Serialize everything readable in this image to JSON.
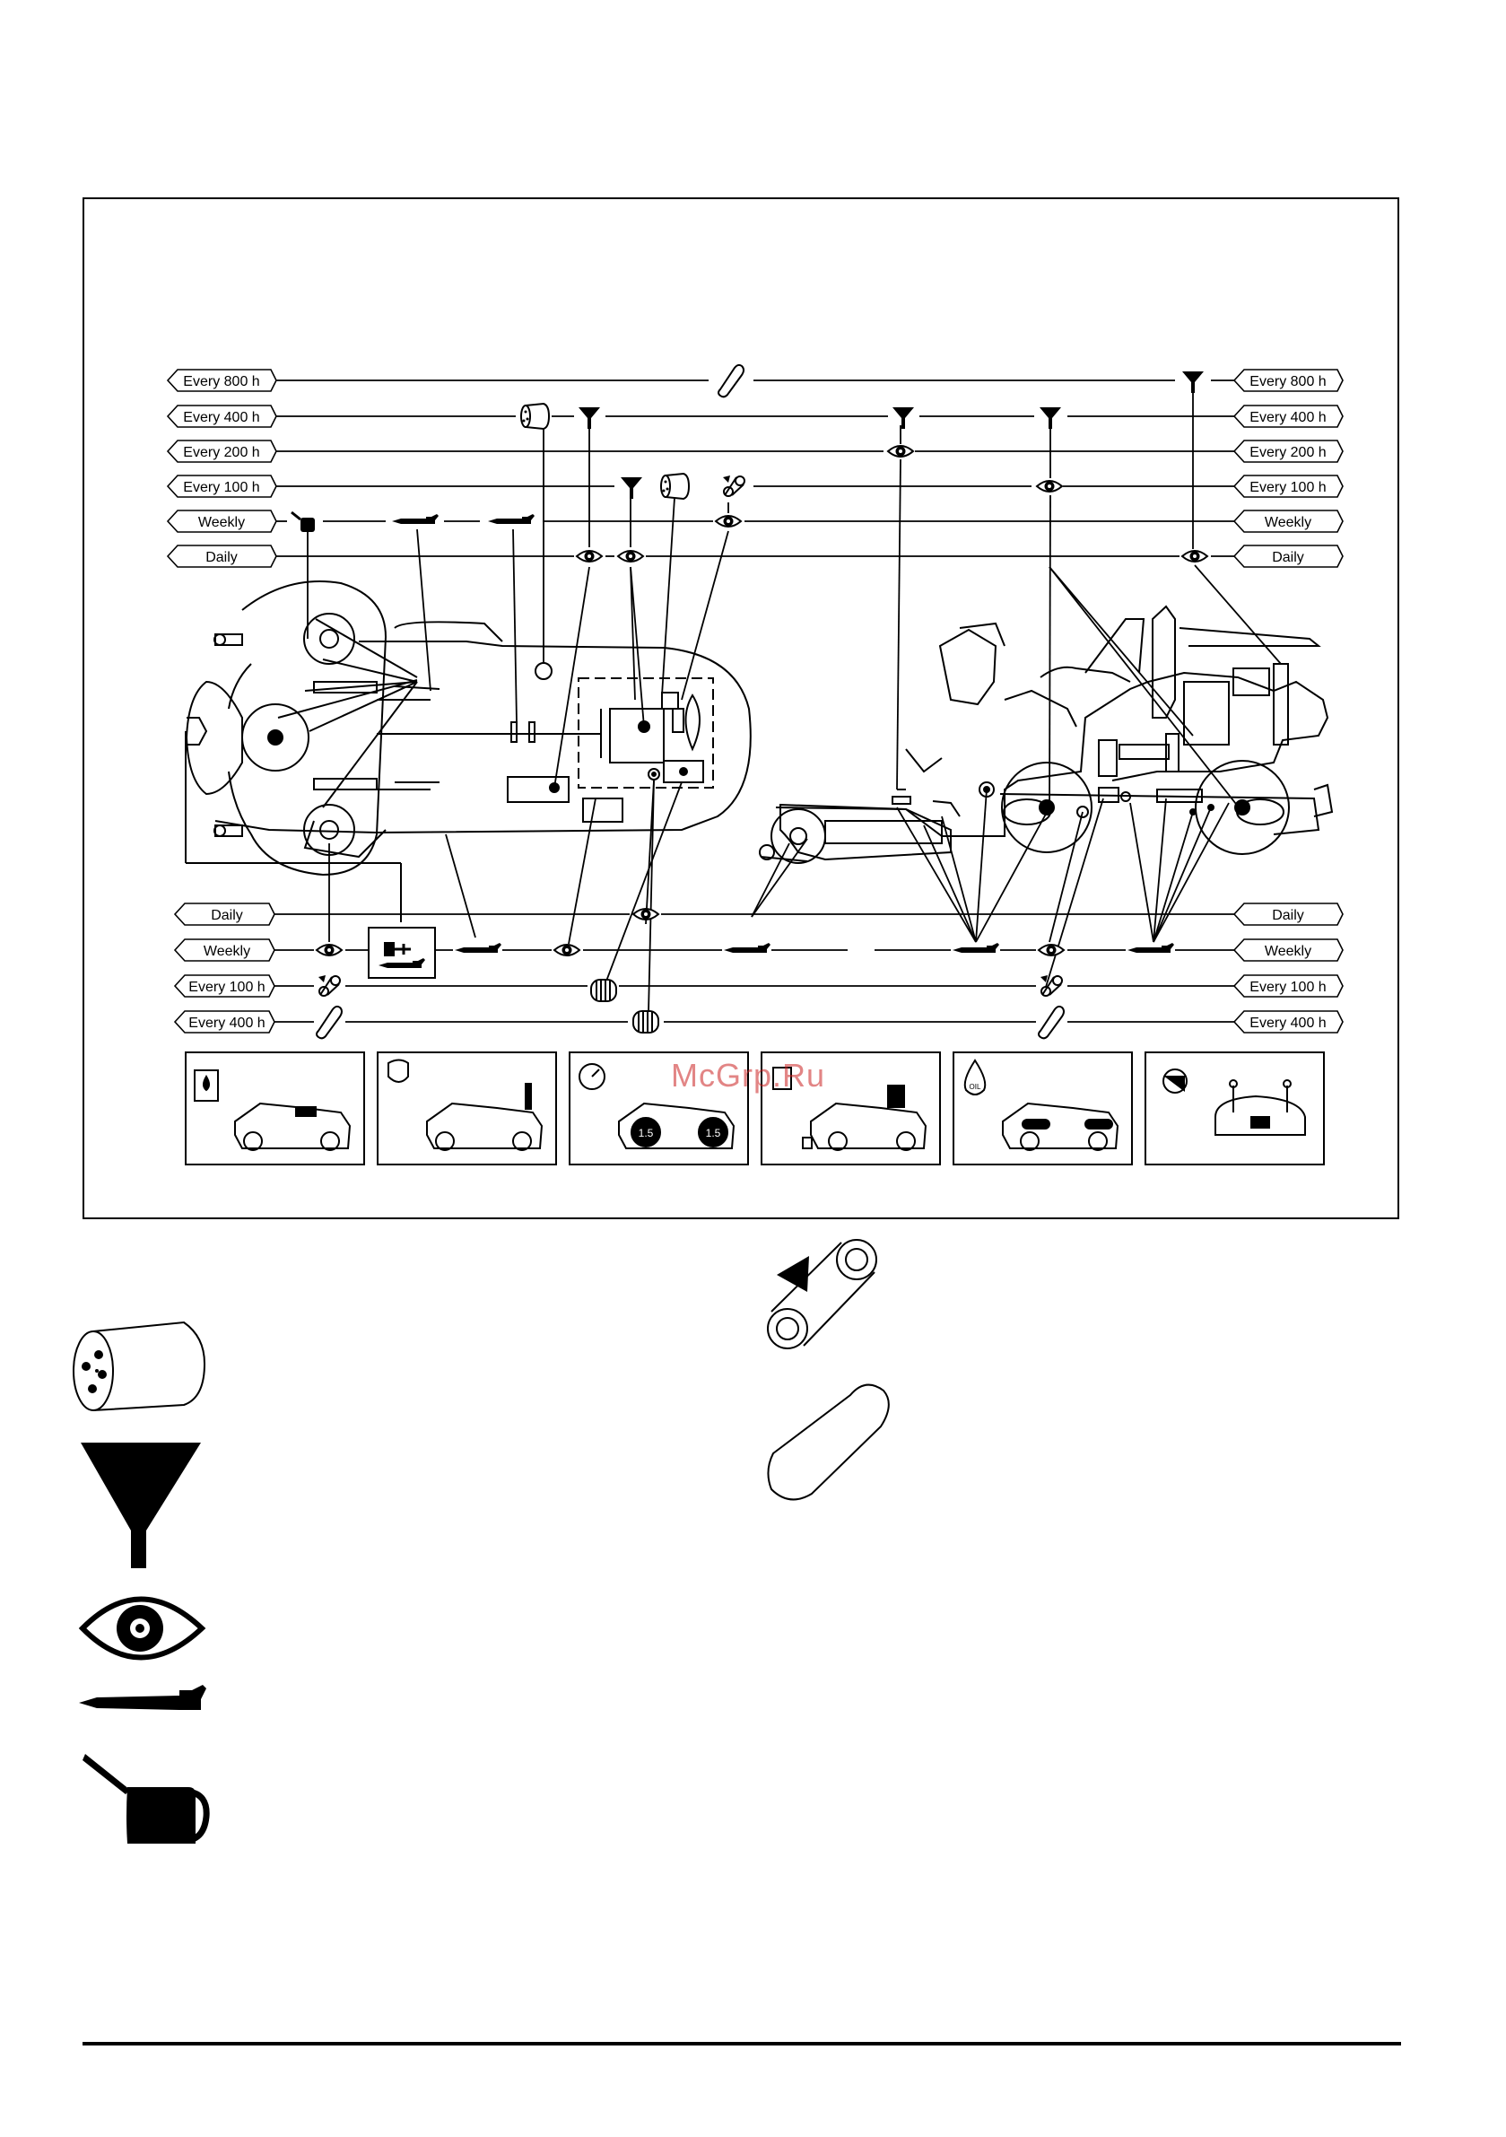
{
  "intervals": {
    "every_800": "Every 800 h",
    "every_400": "Every 400 h",
    "every_200": "Every 200 h",
    "every_100": "Every 100 h",
    "weekly": "Weekly",
    "daily": "Daily"
  },
  "top_rows": [
    {
      "label": "Every 800 h"
    },
    {
      "label": "Every 400 h"
    },
    {
      "label": "Every 200 h"
    },
    {
      "label": "Every 100 h"
    },
    {
      "label": "Weekly"
    },
    {
      "label": "Daily"
    }
  ],
  "bottom_rows": [
    {
      "label": "Daily"
    },
    {
      "label": "Weekly"
    },
    {
      "label": "Every 100 h"
    },
    {
      "label": "Every 400 h"
    }
  ],
  "panel_texts": {
    "tyre_left": "1.5",
    "tyre_right": "1.5",
    "oil_drop": "OIL"
  },
  "watermark": "McGrp.Ru",
  "legend_icons": [
    "oil-filter-icon",
    "funnel-icon",
    "eye-icon",
    "grease-gun-icon",
    "oil-can-icon",
    "belt-tension-icon",
    "belt-icon"
  ],
  "colors": {
    "ink": "#000000",
    "watermark": "#cc2222"
  }
}
